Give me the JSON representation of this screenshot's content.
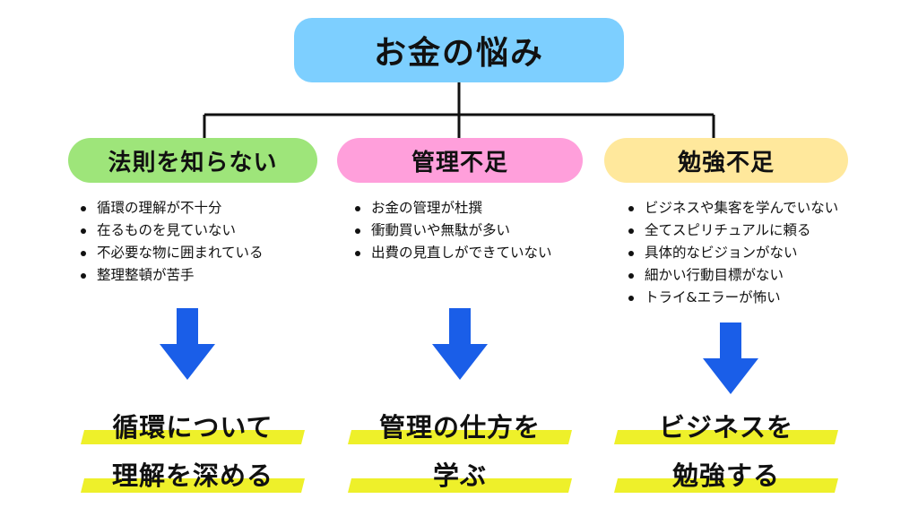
{
  "colors": {
    "root": "#7dcfff",
    "categories": [
      "#9ee57a",
      "#ff9fdb",
      "#ffe89c"
    ],
    "arrow": "#1a5ee8",
    "line": "#111111",
    "highlight": "#eef02a"
  },
  "root": {
    "label": "お金の悩み"
  },
  "categories": [
    {
      "label": "法則を知らない",
      "items": [
        "循環の理解が不十分",
        "在るものを見ていない",
        "不必要な物に囲まれている",
        "整理整頓が苦手"
      ],
      "result": [
        "循環について",
        "理解を深める"
      ]
    },
    {
      "label": "管理不足",
      "items": [
        "お金の管理が杜撰",
        "衝動買いや無駄が多い",
        "出費の見直しができていない"
      ],
      "result": [
        "管理の仕方を",
        "学ぶ"
      ]
    },
    {
      "label": "勉強不足",
      "items": [
        "ビジネスや集客を学んでいない",
        "全てスピリチュアルに頼る",
        "具体的なビジョンがない",
        "細かい行動目標がない",
        "トライ&エラーが怖い"
      ],
      "result": [
        "ビジネスを",
        "勉強する"
      ]
    }
  ]
}
